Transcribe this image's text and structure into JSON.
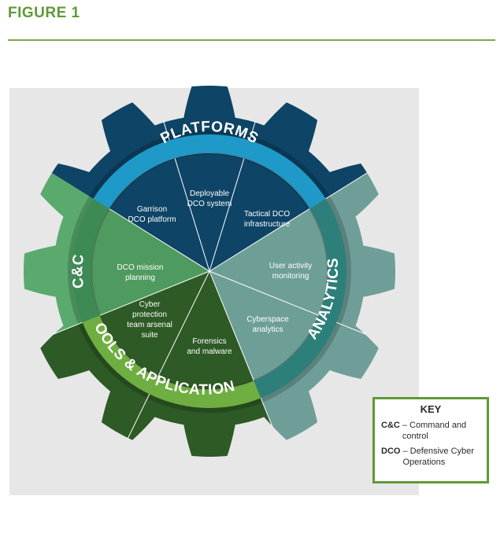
{
  "figure_title": "FIGURE 1",
  "colors": {
    "accent_green": "#5f9a36",
    "platforms_dark": "#0e4466",
    "platforms_band": "#1f9ac8",
    "analytics_gear": "#6f9e98",
    "analytics_band": "#2d7f7a",
    "tools_gear": "#2e5a25",
    "tools_band": "#6fae40",
    "cc_gear": "#5aaa6e",
    "cc_band": "#3d8a55"
  },
  "ring_labels": {
    "platforms": "PLATFORMS",
    "analytics": "ANALYTICS",
    "tools": "TOOLS & APPLICATIONS",
    "cc": "C&C"
  },
  "segments": [
    {
      "lines": [
        "Garrison",
        "DCO platform"
      ]
    },
    {
      "lines": [
        "Deployable",
        "DCO system"
      ]
    },
    {
      "lines": [
        "Tactical DCO",
        "infrastructure"
      ]
    },
    {
      "lines": [
        "User activity",
        "monitoring"
      ]
    },
    {
      "lines": [
        "Cyberspace",
        "analytics"
      ]
    },
    {
      "lines": [
        "Forensics",
        "and malware"
      ]
    },
    {
      "lines": [
        "Cyber",
        "protection",
        "team arsenal",
        "suite"
      ]
    },
    {
      "lines": [
        "DCO mission",
        "planning"
      ]
    }
  ],
  "key": {
    "title": "KEY",
    "items": [
      {
        "abbr": "C&C",
        "def": "– Command and control"
      },
      {
        "abbr": "DCO",
        "def": "– Defensive Cyber Operations"
      }
    ]
  }
}
